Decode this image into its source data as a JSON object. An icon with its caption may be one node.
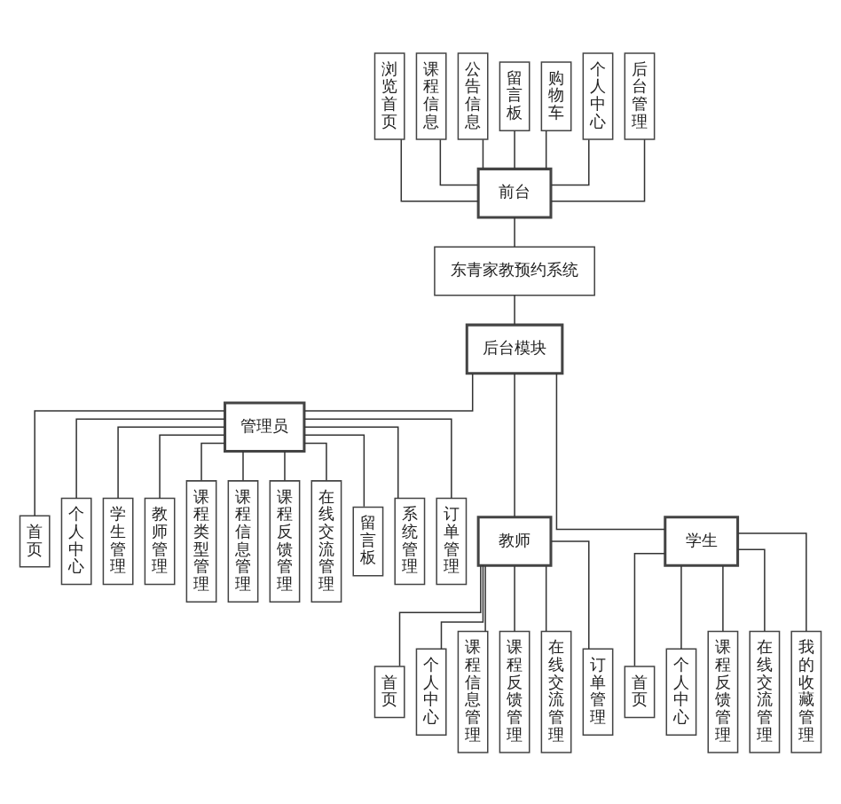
{
  "diagram": {
    "nodes": [
      {
        "text": [
          "浏览首页"
        ]
      },
      {
        "text": [
          "课程信息"
        ]
      },
      {
        "text": [
          "公告信息"
        ]
      },
      {
        "text": [
          "留言板"
        ]
      },
      {
        "text": [
          "购物车"
        ]
      },
      {
        "text": [
          "个人中心"
        ]
      },
      {
        "text": [
          "后台管理"
        ]
      },
      {
        "text": [
          "前台"
        ]
      },
      {
        "text": [
          "东青家教预约系统"
        ]
      },
      {
        "text": [
          "后台模块"
        ]
      },
      {
        "text": [
          "管理员"
        ]
      },
      {
        "text": [
          "首页"
        ]
      },
      {
        "text": [
          "个人中心"
        ]
      },
      {
        "text": [
          "学生管理"
        ]
      },
      {
        "text": [
          "教师管理"
        ]
      },
      {
        "text": [
          "课程类型管理"
        ]
      },
      {
        "text": [
          "课程信息管理"
        ]
      },
      {
        "text": [
          "课程反馈管理"
        ]
      },
      {
        "text": [
          "在线交流管理"
        ]
      },
      {
        "text": [
          "留言板"
        ]
      },
      {
        "text": [
          "系统管理"
        ]
      },
      {
        "text": [
          "订单管理"
        ]
      },
      {
        "text": [
          "教师"
        ]
      },
      {
        "text": [
          "首页"
        ]
      },
      {
        "text": [
          "个人中心"
        ]
      },
      {
        "text": [
          "课程信息管理"
        ]
      },
      {
        "text": [
          "课程反馈管理"
        ]
      },
      {
        "text": [
          "在线交流管理"
        ]
      },
      {
        "text": [
          "订单管理"
        ]
      },
      {
        "text": [
          "学生"
        ]
      },
      {
        "text": [
          "首页"
        ]
      },
      {
        "text": [
          "个人中心"
        ]
      },
      {
        "text": [
          "课程反馈管理"
        ]
      },
      {
        "text": [
          "在线交流管理"
        ]
      },
      {
        "text": [
          "我的收藏管理"
        ]
      }
    ],
    "edges": [
      {
        "from": 0,
        "to": 7,
        "arrow": "none"
      },
      {
        "from": 1,
        "to": 7,
        "arrow": "none"
      },
      {
        "from": 2,
        "to": 7,
        "arrow": "none"
      },
      {
        "from": 3,
        "to": 7,
        "arrow": "none"
      },
      {
        "from": 4,
        "to": 7,
        "arrow": "none"
      },
      {
        "from": 5,
        "to": 7,
        "arrow": "none"
      },
      {
        "from": 6,
        "to": 7,
        "arrow": "none"
      },
      {
        "from": 7,
        "to": 8,
        "arrow": "none"
      },
      {
        "from": 8,
        "to": 9,
        "arrow": "none"
      },
      {
        "from": 9,
        "to": 10,
        "arrow": "none"
      },
      {
        "from": 9,
        "to": 22,
        "arrow": "none"
      },
      {
        "from": 9,
        "to": 29,
        "arrow": "none"
      },
      {
        "from": 10,
        "to": 11,
        "arrow": "none"
      },
      {
        "from": 10,
        "to": 12,
        "arrow": "none"
      },
      {
        "from": 10,
        "to": 13,
        "arrow": "none"
      },
      {
        "from": 10,
        "to": 14,
        "arrow": "none"
      },
      {
        "from": 10,
        "to": 15,
        "arrow": "none"
      },
      {
        "from": 10,
        "to": 16,
        "arrow": "none"
      },
      {
        "from": 10,
        "to": 17,
        "arrow": "none"
      },
      {
        "from": 10,
        "to": 18,
        "arrow": "none"
      },
      {
        "from": 10,
        "to": 19,
        "arrow": "none"
      },
      {
        "from": 10,
        "to": 20,
        "arrow": "none"
      },
      {
        "from": 10,
        "to": 21,
        "arrow": "none"
      },
      {
        "from": 22,
        "to": 23,
        "arrow": "none"
      },
      {
        "from": 22,
        "to": 24,
        "arrow": "none"
      },
      {
        "from": 22,
        "to": 25,
        "arrow": "none"
      },
      {
        "from": 22,
        "to": 26,
        "arrow": "none"
      },
      {
        "from": 22,
        "to": 27,
        "arrow": "none"
      },
      {
        "from": 22,
        "to": 28,
        "arrow": "none"
      },
      {
        "from": 29,
        "to": 30,
        "arrow": "none"
      },
      {
        "from": 29,
        "to": 31,
        "arrow": "none"
      },
      {
        "from": 29,
        "to": 32,
        "arrow": "none"
      },
      {
        "from": 29,
        "to": 33,
        "arrow": "none"
      },
      {
        "from": 29,
        "to": 34,
        "arrow": "none"
      }
    ]
  }
}
